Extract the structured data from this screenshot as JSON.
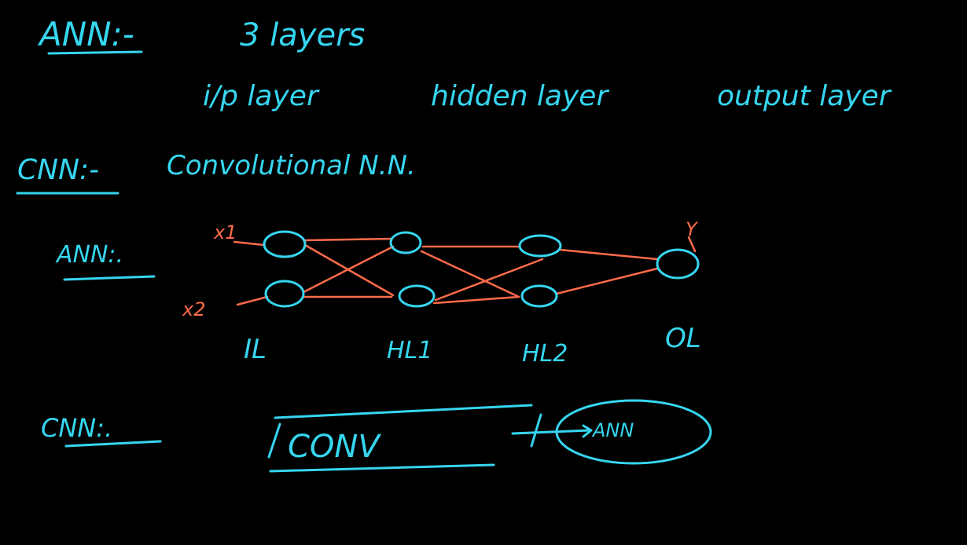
{
  "colors": {
    "background": "#000000",
    "ink_blue": "#36d6f0",
    "ink_red": "#ff6b4a"
  },
  "line1": {
    "heading": "ANN:-",
    "text": "3 layers"
  },
  "line2": {
    "l1": "i/p layer",
    "l2": "hidden layer",
    "l3": "output layer"
  },
  "line3": {
    "heading": "CNN:-",
    "text": "Convolutional N.N."
  },
  "diagram": {
    "heading": "ANN:.",
    "input_labels": [
      "x1",
      "x2"
    ],
    "output_label": "Y",
    "layer_labels": [
      "IL",
      "HL1",
      "HL2",
      "OL"
    ]
  },
  "line4": {
    "heading": "CNN:.",
    "conv": "CONV",
    "ann": "ANN"
  }
}
